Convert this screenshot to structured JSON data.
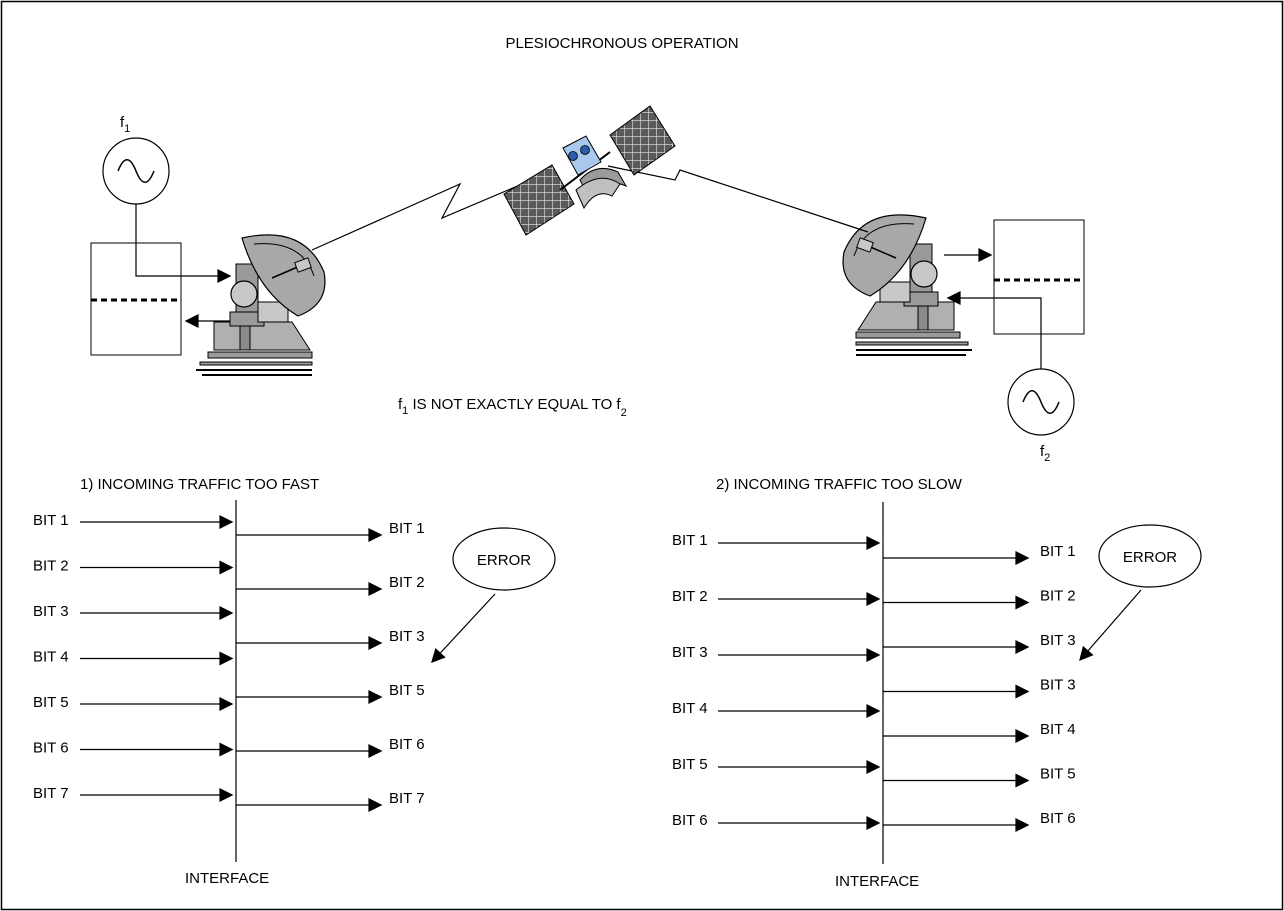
{
  "title": "PLESIOCHRONOUS OPERATION",
  "clock_left": {
    "symbol": "f",
    "subscript": "1"
  },
  "clock_right": {
    "symbol": "f",
    "subscript": "2"
  },
  "condition": {
    "f": "f",
    "sub1": "1",
    "middle": " IS NOT EXACTLY EQUAL TO f",
    "sub2": "2"
  },
  "case1": {
    "title": "1) INCOMING TRAFFIC TOO FAST",
    "inputs": [
      "BIT 1",
      "BIT 2",
      "BIT 3",
      "BIT 4",
      "BIT 5",
      "BIT 6",
      "BIT 7"
    ],
    "outputs": [
      "BIT 1",
      "BIT 2",
      "BIT 3",
      "BIT 5",
      "BIT 6",
      "BIT 7"
    ],
    "error_label": "ERROR",
    "interface_label": "INTERFACE"
  },
  "case2": {
    "title": "2) INCOMING TRAFFIC TOO SLOW",
    "inputs": [
      "BIT 1",
      "BIT 2",
      "BIT 3",
      "BIT 4",
      "BIT 5",
      "BIT 6"
    ],
    "outputs": [
      "BIT 1",
      "BIT 2",
      "BIT 3",
      "BIT 3",
      "BIT 4",
      "BIT 5",
      "BIT 6"
    ],
    "error_label": "ERROR",
    "interface_label": "INTERFACE"
  },
  "colors": {
    "line": "#000000",
    "equipment": "#9a9a9a",
    "solar_panel": "#5a5a5a",
    "satellite_body": "#a8c8ec"
  }
}
